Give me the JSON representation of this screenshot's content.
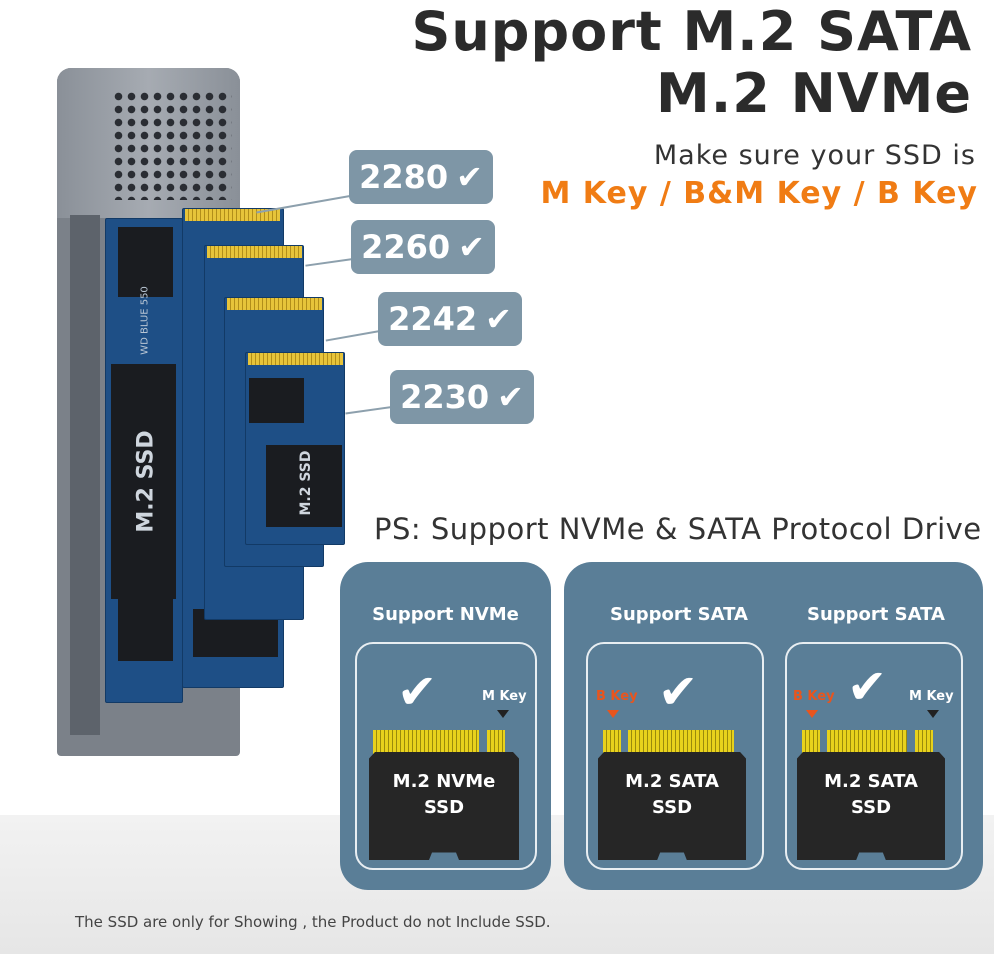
{
  "header": {
    "title_line1": "Support M.2 SATA",
    "title_line2": "M.2 NVMe",
    "subtitle": "Make sure your SSD is",
    "keys": "M Key / B&M Key / B Key"
  },
  "product": {
    "ssd_label": "M.2 SSD",
    "brand_text": "WD BLUE 550"
  },
  "sizes": [
    {
      "label": "2280",
      "icon": "checkmark-icon"
    },
    {
      "label": "2260",
      "icon": "checkmark-icon"
    },
    {
      "label": "2242",
      "icon": "checkmark-icon"
    },
    {
      "label": "2230",
      "icon": "checkmark-icon"
    }
  ],
  "ps": "PS:  Support NVMe & SATA Protocol Drive",
  "panels": [
    {
      "heading": "Support NVMe",
      "board": "M.2 NVMe",
      "board2": "SSD",
      "m_key": "M Key"
    },
    {
      "heading": "Support SATA",
      "board": "M.2 SATA",
      "board2": "SSD",
      "b_key": "B Key"
    },
    {
      "heading": "Support SATA",
      "board": "M.2 SATA",
      "board2": "SSD",
      "b_key": "B Key",
      "m_key": "M Key"
    }
  ],
  "note": "The SSD are only for Showing , the Product do not Include SSD.",
  "colors": {
    "accent": "#f07c14",
    "panel": "#5a7e97",
    "size_box": "#7e96a6",
    "b_key": "#e8551e"
  }
}
